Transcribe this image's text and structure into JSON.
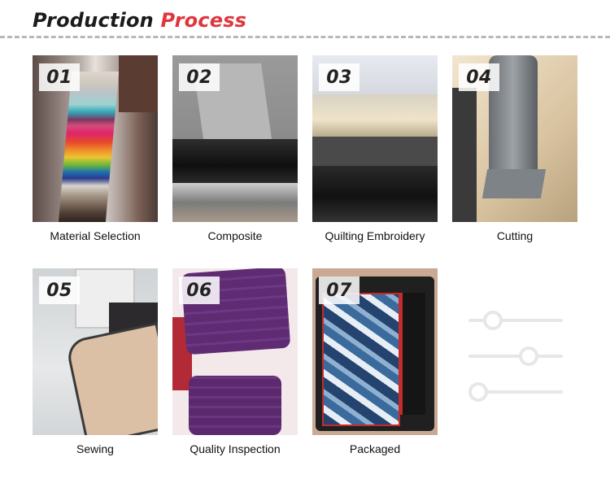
{
  "header": {
    "title_part1": "Production",
    "title_part2": "Process",
    "colors": {
      "title_dark": "#1c1c1c",
      "title_accent": "#e0363f",
      "divider": "#b8b8b8"
    }
  },
  "steps": [
    {
      "number": "01",
      "label": "Material Selection"
    },
    {
      "number": "02",
      "label": "Composite"
    },
    {
      "number": "03",
      "label": "Quilting Embroidery"
    },
    {
      "number": "04",
      "label": "Cutting"
    },
    {
      "number": "05",
      "label": "Sewing"
    },
    {
      "number": "06",
      "label": "Quality Inspection"
    },
    {
      "number": "07",
      "label": "Packaged"
    }
  ],
  "decoration": {
    "icon": "slider-adjust-icon",
    "color": "#e7e7e7"
  }
}
